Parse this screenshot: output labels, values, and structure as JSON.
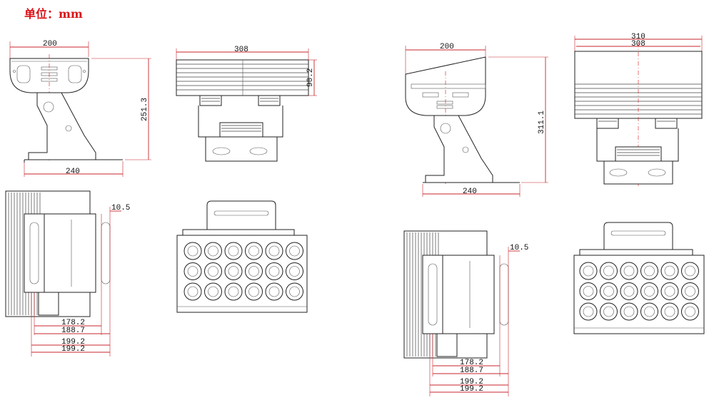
{
  "unit_label": "单位：mm",
  "dims": {
    "a": {
      "front_width": "200",
      "front_height": "251.3",
      "front_base": "240",
      "side_width": "308",
      "side_height": "90.2",
      "bottom_offset": "10.5",
      "bottom_d1": "178.2",
      "bottom_d2": "188.7",
      "bottom_d3": "199.2",
      "bottom_d4": "199.2"
    },
    "b": {
      "front_width": "200",
      "front_height": "311.1",
      "front_base": "240",
      "side_width_outer": "310",
      "side_width_inner": "308",
      "bottom_offset": "10.5",
      "bottom_d1": "178.2",
      "bottom_d2": "188.7",
      "bottom_d3": "199.2",
      "bottom_d4": "199.2"
    }
  },
  "led_grid": {
    "rows": 3,
    "cols": 6
  }
}
